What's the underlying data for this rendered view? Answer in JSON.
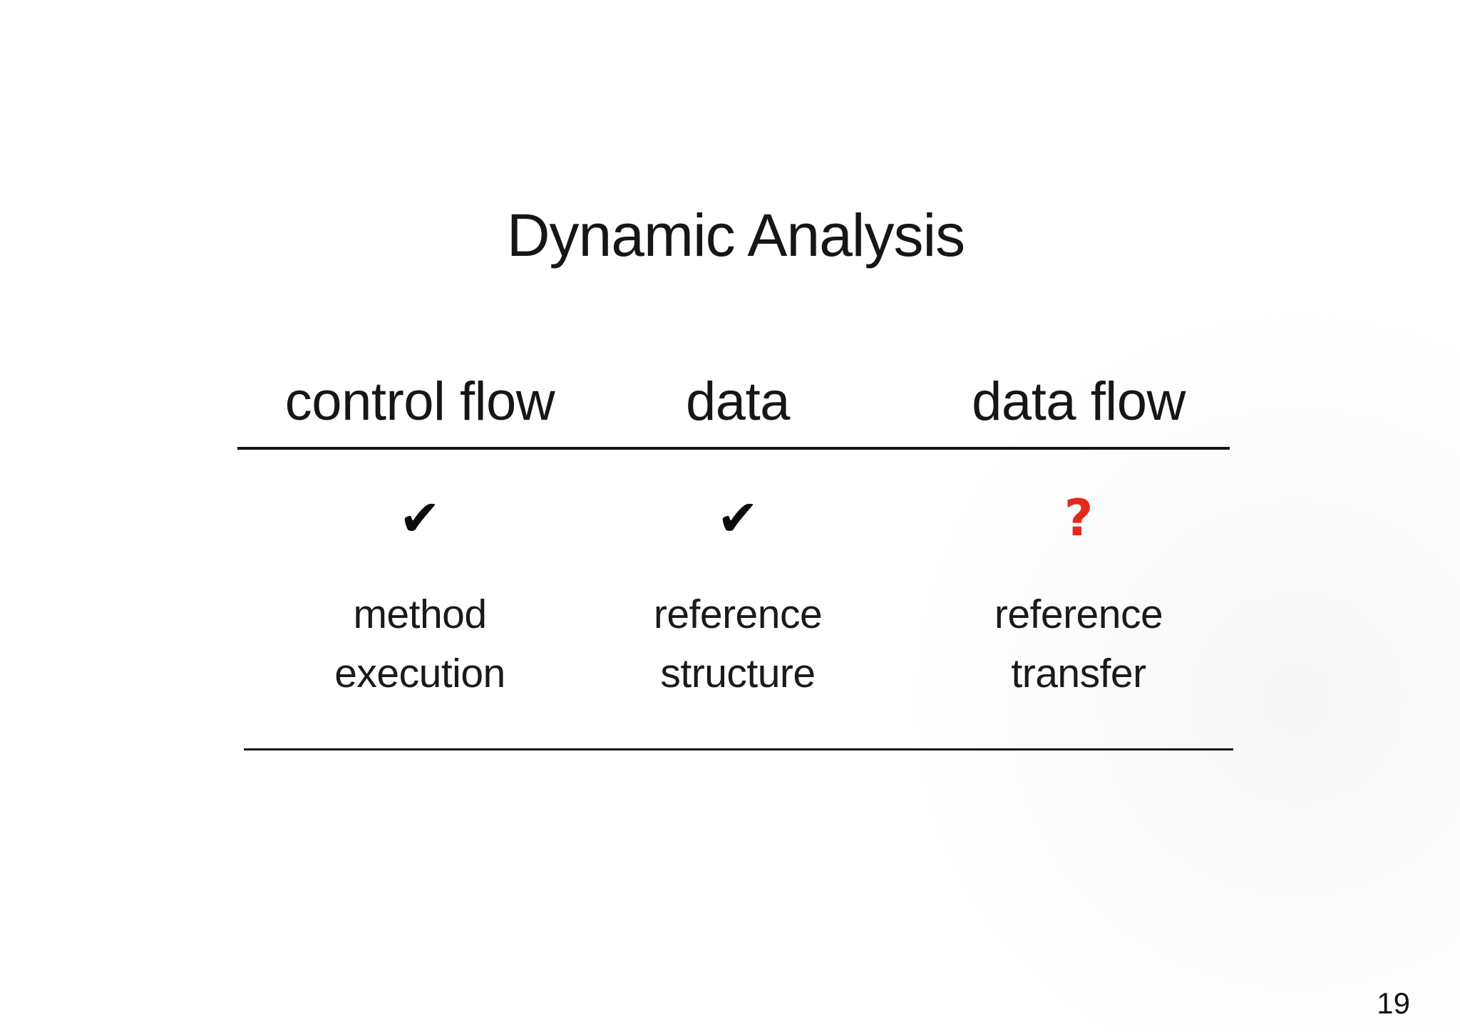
{
  "slide": {
    "title": "Dynamic Analysis",
    "page_number": "19",
    "table": {
      "columns": [
        {
          "header": "control flow",
          "mark": "✔",
          "label_line1": "method",
          "label_line2": "execution"
        },
        {
          "header": "data",
          "mark": "✔",
          "label_line1": "reference",
          "label_line2": "structure"
        },
        {
          "header": "data flow",
          "mark": "?",
          "label_line1": "reference",
          "label_line2": "transfer"
        }
      ]
    },
    "colors": {
      "background": "#ffffff",
      "text": "#161616",
      "rule": "#141414",
      "check": "#0b0b0b",
      "question": "#e3291d"
    }
  }
}
